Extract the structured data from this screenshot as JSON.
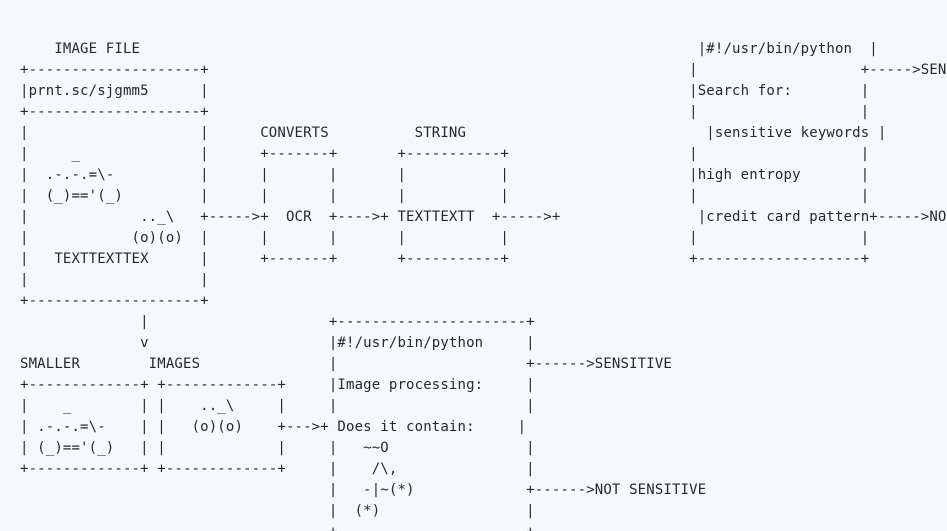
{
  "diagram": {
    "lines": [
      "",
      "    IMAGE FILE                                                                 |#!/usr/bin/python  |",
      "+--------------------+                                                        |                   +----->SENSITIVE",
      "|prnt.sc/sjgmm5      |                                                        |Search for:        |",
      "+--------------------+                                                        |                   |",
      "|                    |      CONVERTS          STRING                            |sensitive keywords |",
      "|     _              |      +-------+       +-----------+                     |                   |",
      "|  .-.-.=\\-          |      |       |       |           |                     |high entropy       |",
      "|  (_)=='(_)         |      |       |       |           |                     |                   |",
      "|             .._\\   +----->+  OCR  +---->+ TEXTTEXTT  +----->+                |credit card pattern+----->NOT SENSITIVE",
      "|            (o)(o)  |      |       |       |           |                     |                   |",
      "|   TEXTTEXTTEX      |      +-------+       +-----------+                     +-------------------+",
      "|                    |",
      "+--------------------+",
      "              |                     +----------------------+",
      "              v                     |#!/usr/bin/python     |",
      "SMALLER        IMAGES               |                      +------>SENSITIVE",
      "+-------------+ +-------------+     |Image processing:     |",
      "|    _        | |    .._\\     |     |                      |",
      "| .-.-.=\\-    | |   (o)(o)    +--->+ Does it contain:     |",
      "| (_)=='(_)   | |             |     |   ~~O                |",
      "+-------------+ +-------------+     |    /\\,               |",
      "                                    |   -|~(*)             +------>NOT SENSITIVE",
      "                                    |  (*)                 |",
      "                                    +----------------------+"
    ]
  }
}
